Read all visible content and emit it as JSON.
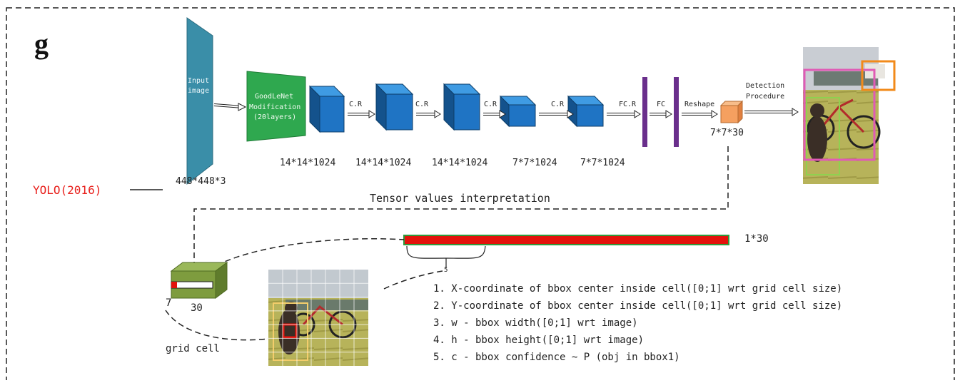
{
  "panel_letter": "g",
  "model_label": "YOLO(2016)",
  "input": {
    "label_line1": "Input",
    "label_line2": "image",
    "size": "448*448*3"
  },
  "backbone": {
    "line1": "GoodLeNet",
    "line2": "Modification",
    "line3": "(20layers)"
  },
  "blocks": [
    {
      "size": "14*14*1024",
      "op": "C.R"
    },
    {
      "size": "14*14*1024",
      "op": "C.R"
    },
    {
      "size": "14*14*1024",
      "op": "C.R"
    },
    {
      "size": "7*7*1024",
      "op": "C.R"
    },
    {
      "size": "7*7*1024",
      "op": "FC.R"
    }
  ],
  "fc_label": "FC",
  "reshape_label": "Reshape",
  "output_size": "7*7*30",
  "detection": {
    "line1": "Detection",
    "line2": "Procedure"
  },
  "tensor_caption": "Tensor values interpretation",
  "vector_size": "1*30",
  "brace_count": "5",
  "grid": {
    "dim": "7",
    "depth": "30",
    "caption": "grid cell"
  },
  "interpretation": [
    "1. X-coordinate of bbox center inside cell([0;1] wrt grid cell size)",
    "2. Y-coordinate of bbox center inside cell([0;1] wrt grid cell size)",
    "3. w  - bbox width([0;1] wrt image)",
    "4. h  - bbox height([0;1] wrt image)",
    "5. c  - bbox confidence ~ P (obj in bbox1)"
  ],
  "colors": {
    "model_label": "#e8201c",
    "input_plane": "#3a8ea8",
    "backbone": "#2fa84f",
    "cube_front": "#1f74c4",
    "cube_top": "#3f9be3",
    "cube_side": "#14528c",
    "fc_bar": "#6a2f8c",
    "output_cube": "#f5a060",
    "vector_fill": "#e3120b",
    "vector_border": "#2e9a3c",
    "grid_cell": "#7e9c3e"
  }
}
